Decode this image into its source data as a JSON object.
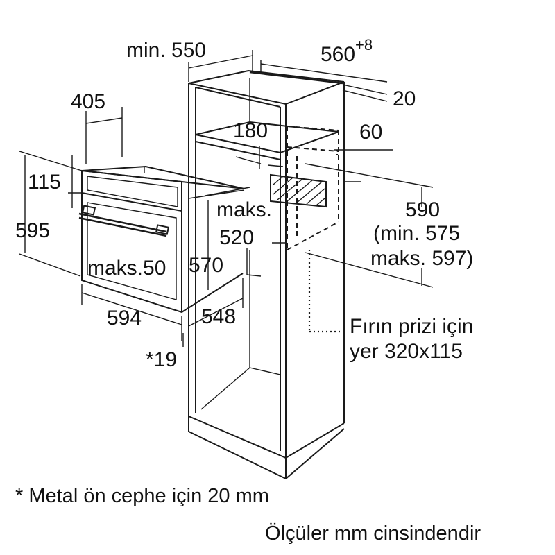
{
  "dimensions": {
    "min_550": "min. 550",
    "w_560": "560",
    "w_560_sup": "+8",
    "d_20": "20",
    "d_405": "405",
    "d_180": "180",
    "d_60": "60",
    "h_115": "115",
    "maks": "maks.",
    "d_520": "520",
    "h_590": "590",
    "min_575": "(min. 575",
    "maks_597": "maks. 597)",
    "h_595": "595",
    "maks_50": "maks.50",
    "d_570": "570",
    "w_594": "594",
    "d_548": "548",
    "star_19": "*19"
  },
  "socket_note": {
    "line1": "Fırın prizi için",
    "line2": "yer 320x115"
  },
  "footnotes": {
    "metal_front": "* Metal ön cephe için 20 mm",
    "units": "Ölçüler mm cinsindendir"
  }
}
